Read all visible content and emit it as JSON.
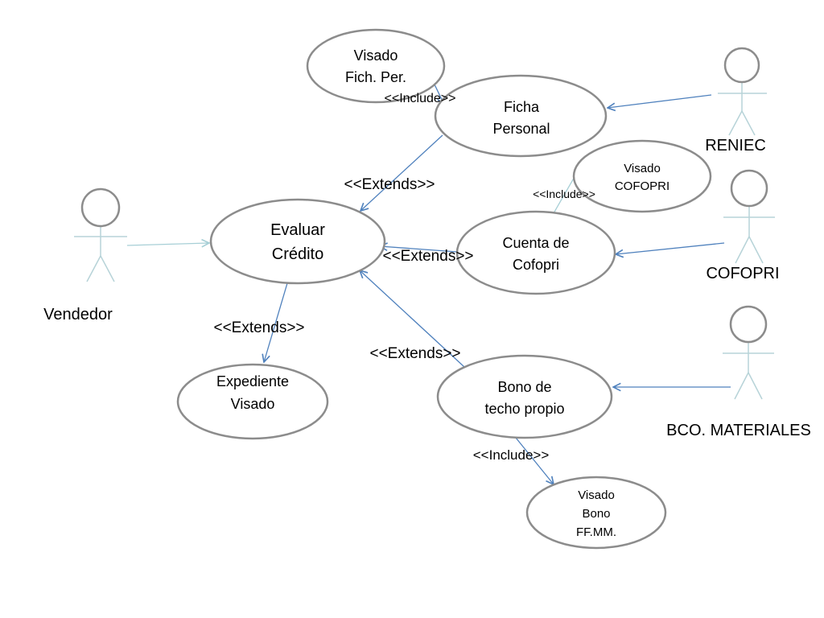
{
  "use_cases": {
    "visado_fich_per": [
      "Visado",
      "Fich. Per."
    ],
    "ficha_personal": [
      "Ficha",
      "Personal"
    ],
    "visado_cofopri": [
      "Visado",
      "COFOPRI"
    ],
    "evaluar_credito": [
      "Evaluar",
      "Crédito"
    ],
    "cuenta_cofopri": [
      "Cuenta de",
      "Cofopri"
    ],
    "expediente_visado": [
      "Expediente",
      "Visado"
    ],
    "bono_techo": [
      "Bono de",
      "techo propio"
    ],
    "visado_bono": [
      "Visado",
      "Bono",
      "FF.MM."
    ]
  },
  "actors": {
    "vendedor": "Vendedor",
    "reniec": "RENIEC",
    "cofopri": "COFOPRI",
    "bco_materiales": "BCO. MATERIALES"
  },
  "stereotypes": {
    "include_fich": "<<Include>>",
    "extends_ficha": "<<Extends>>",
    "include_cofopri": "<<Include>>",
    "extends_cuenta": "<<Extends>>",
    "extends_expediente": "<<Extends>>",
    "extends_bono": "<<Extends>>",
    "include_bono": "<<Include>>"
  }
}
